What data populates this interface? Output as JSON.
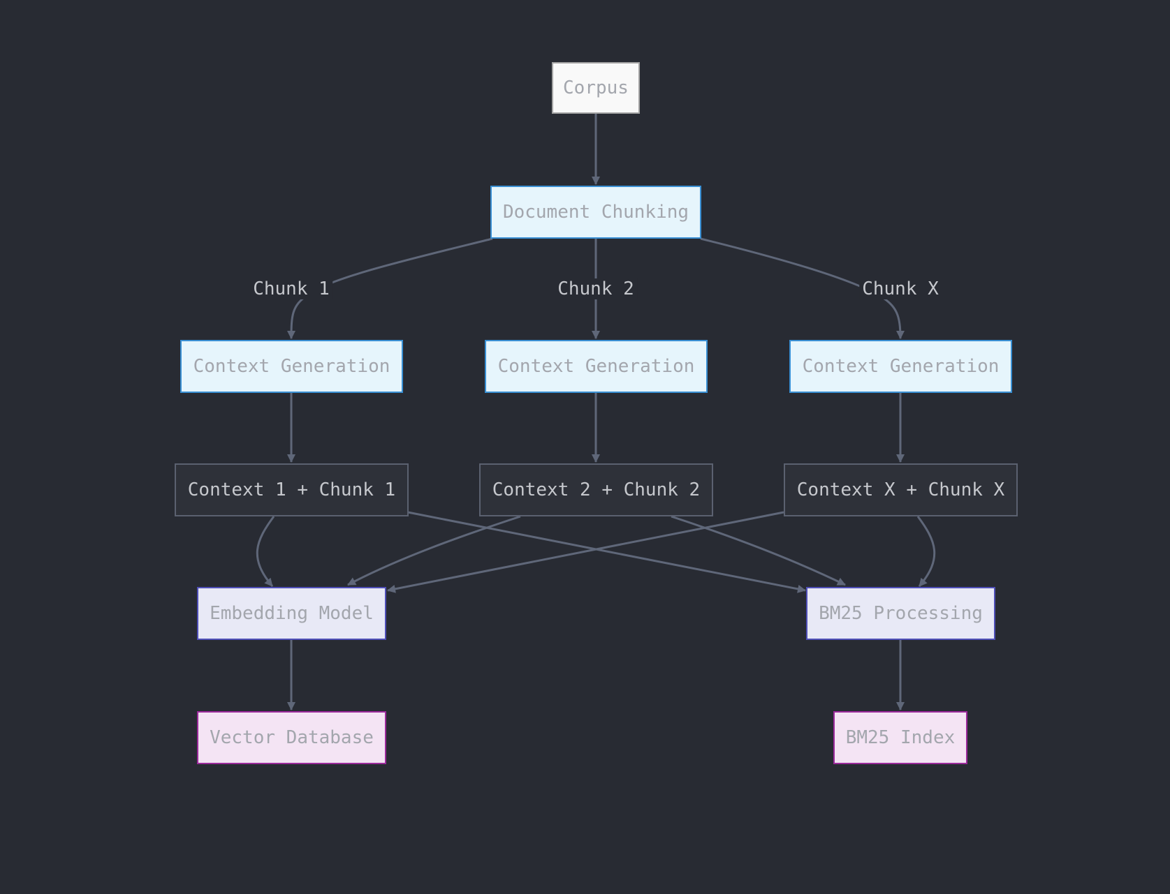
{
  "nodes": {
    "corpus": "Corpus",
    "document_chunking": "Document Chunking",
    "context_generation_1": "Context Generation",
    "context_generation_2": "Context Generation",
    "context_generation_x": "Context Generation",
    "context_chunk_1": "Context 1 + Chunk 1",
    "context_chunk_2": "Context 2 + Chunk 2",
    "context_chunk_x": "Context X + Chunk X",
    "embedding_model": "Embedding Model",
    "bm25_processing": "BM25 Processing",
    "vector_database": "Vector Database",
    "bm25_index": "BM25 Index"
  },
  "edge_labels": {
    "chunk_1": "Chunk 1",
    "chunk_2": "Chunk 2",
    "chunk_x": "Chunk X"
  },
  "colors": {
    "background": "#282b33",
    "edge": "#5f6779"
  }
}
